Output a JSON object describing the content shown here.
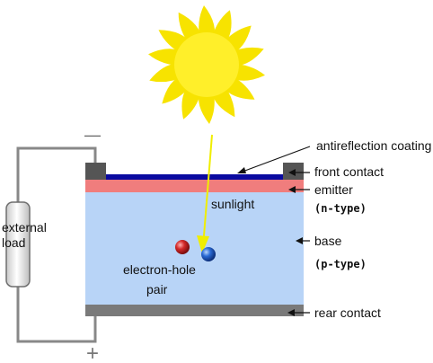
{
  "labels": {
    "antireflection_coating": "antireflection coating",
    "front_contact": "front contact",
    "emitter": "emitter",
    "emitter_type": "(n-type)",
    "base": "base",
    "base_type": "(p-type)",
    "rear_contact": "rear contact",
    "sunlight": "sunlight",
    "electron_hole_line1": "electron-hole",
    "electron_hole_line2": "pair",
    "external_load_line1": "external",
    "external_load_line2": "load",
    "minus": "—",
    "plus": "+"
  },
  "colors": {
    "sun": "#f7e300",
    "sun_core": "#ffef2a",
    "antireflection": "#0a0aa0",
    "emitter": "#f07d7d",
    "base": "#b8d4f7",
    "contact": "#555555",
    "rear_contact": "#7a7a7a",
    "arrow": "#f0ee00",
    "electron": "#d42a2a",
    "hole": "#2a6ad4",
    "wire": "#888888"
  },
  "icons": {
    "sun": "sun-icon",
    "electron": "electron-icon",
    "hole": "hole-icon",
    "load": "resistor-icon"
  }
}
